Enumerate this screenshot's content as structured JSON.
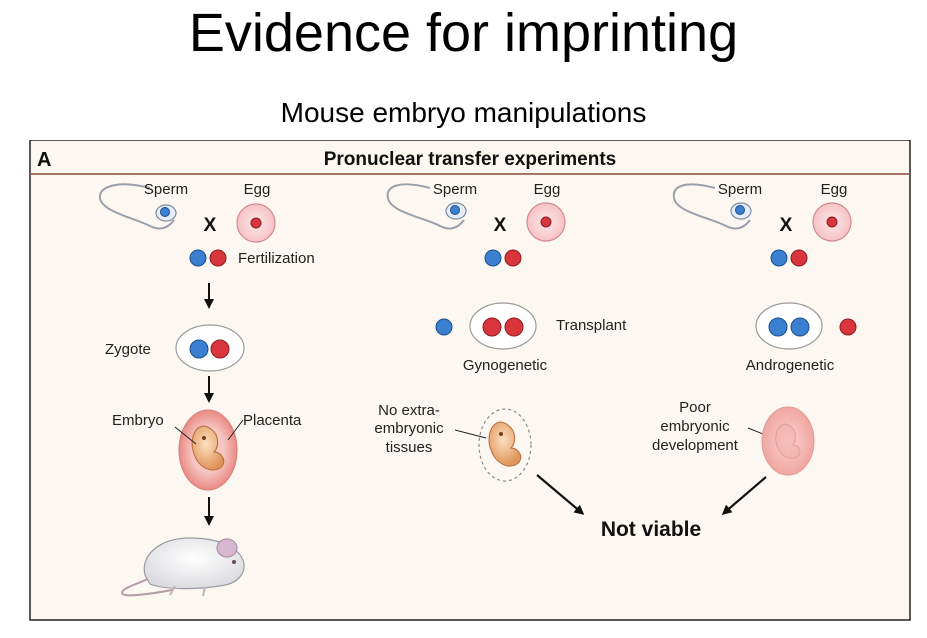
{
  "slide": {
    "title": "Evidence for imprinting",
    "subtitle": "Mouse embryo manipulations"
  },
  "figure": {
    "panel_letter": "A",
    "panel_title": "Pronuclear transfer experiments",
    "colors": {
      "paternal_pronucleus": "#3a7fd0",
      "maternal_pronucleus": "#d9353d",
      "background": "#fcf8f1",
      "rule": "#8a4a3a"
    },
    "columns": {
      "normal": {
        "sperm": "Sperm",
        "egg": "Egg",
        "cross": "X",
        "fertilization": "Fertilization",
        "zygote": "Zygote",
        "embryo": "Embryo",
        "placenta": "Placenta"
      },
      "gynogenetic": {
        "sperm": "Sperm",
        "egg": "Egg",
        "cross": "X",
        "transplant": "Transplant",
        "label": "Gynogenetic",
        "note_line1": "No extra-",
        "note_line2": "embryonic",
        "note_line3": "tissues"
      },
      "androgenetic": {
        "sperm": "Sperm",
        "egg": "Egg",
        "cross": "X",
        "label": "Androgenetic",
        "note_line1": "Poor",
        "note_line2": "embryonic",
        "note_line3": "development"
      }
    },
    "outcome": "Not viable"
  }
}
